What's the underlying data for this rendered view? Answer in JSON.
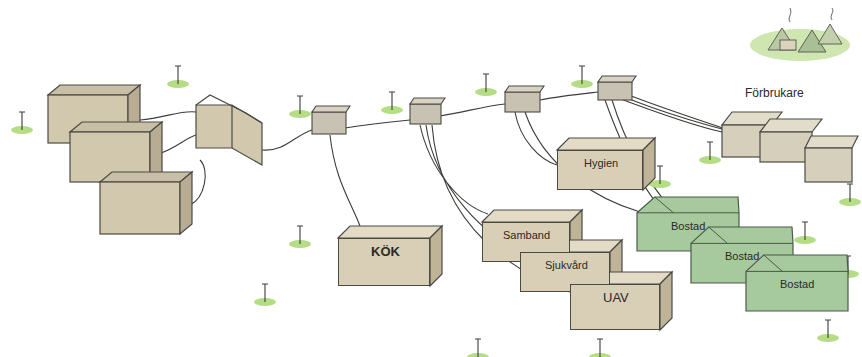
{
  "diagram": {
    "nodes": [
      {
        "text": [
          "KÖK"
        ]
      },
      {
        "text": [
          "Samband"
        ]
      },
      {
        "text": [
          "Sjukvård"
        ]
      },
      {
        "text": [
          "UAV"
        ]
      },
      {
        "text": [
          "Hygien"
        ]
      },
      {
        "text": [
          "Bostad"
        ]
      },
      {
        "text": [
          "Bostad"
        ]
      },
      {
        "text": [
          "Bostad"
        ]
      }
    ],
    "labels": [
      "Förbrukare"
    ]
  }
}
